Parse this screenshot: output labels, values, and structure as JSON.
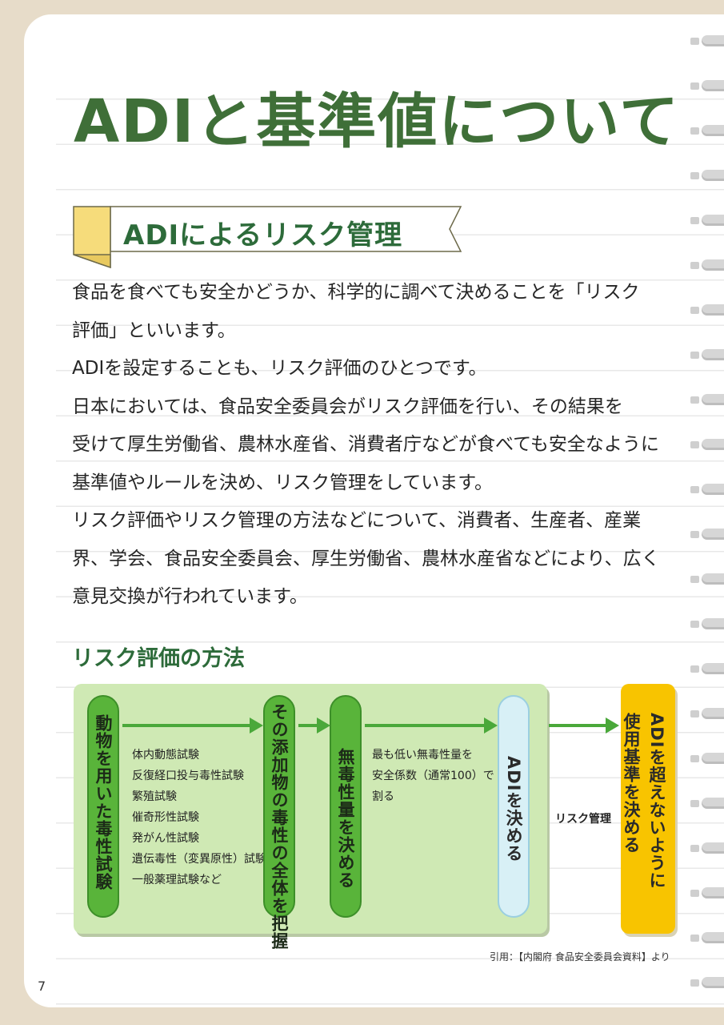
{
  "title": "ADIと基準値について",
  "section_heading": "ADIによるリスク管理",
  "paragraph_lines": [
    "食品を食べても安全かどうか、科学的に調べて決めることを「リスク",
    "評価」といいます。",
    "ADIを設定することも、リスク評価のひとつです。",
    "日本においては、食品安全委員会がリスク評価を行い、その結果を",
    "受けて厚生労働省、農林水産省、消費者庁などが食べても安全なように",
    "基準値やルールを決め、リスク管理をしています。",
    "リスク評価やリスク管理の方法などについて、消費者、生産者、産業",
    "界、学会、食品安全委員会、厚生労働省、農林水産省などにより、広く",
    "意見交換が行われています。"
  ],
  "subheading": "リスク評価の方法",
  "flow": {
    "step1": "動物を用いた毒性試験",
    "tests": [
      "体内動態試験",
      "反復経口投与毒性試験",
      "繁殖試験",
      "催奇形性試験",
      "発がん性試験",
      "遺伝毒性（変異原性）試験",
      "一般薬理試験など"
    ],
    "step2": "その添加物の毒性の全体を把握",
    "step3": "無毒性量を決める",
    "note": [
      "最も低い無毒性量を",
      "安全係数（通常100）で",
      "割る"
    ],
    "step4": "ADIを決める",
    "risk_label": "リスク管理",
    "result_line1": "ADIを超えないように",
    "result_line2": "使用基準を決める"
  },
  "citation": "引用：【内閣府 食品安全委員会資料】より",
  "page_number": "7",
  "colors": {
    "title_green": "#3f6f38",
    "heading_green": "#2d6b3a",
    "banner_yellow": "#f6dc7b",
    "panel_green": "#cfe9b4",
    "pill_green": "#59b43a",
    "pill_blue": "#d8f0f6",
    "result_yellow": "#f8c400",
    "background": "#e7dcc9"
  }
}
